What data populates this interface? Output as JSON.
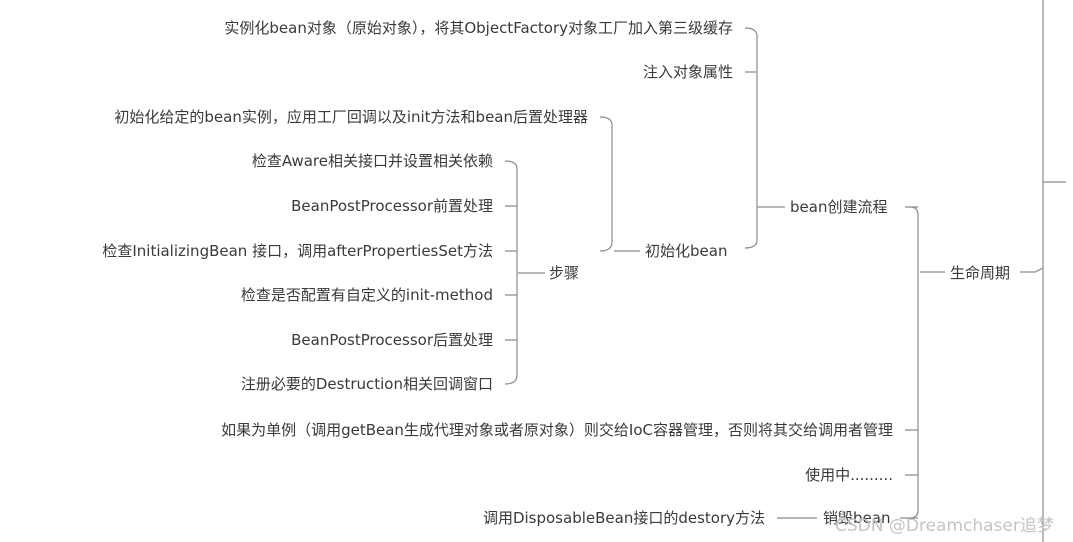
{
  "root": {
    "label": "生命周期"
  },
  "creation": {
    "label": "bean创建流程",
    "instantiate": "实例化bean对象（原始对象），将其ObjectFactory对象工厂加入第三级缓存",
    "inject": "注入对象属性",
    "init": {
      "label": "初始化bean",
      "desc": "初始化给定的bean实例，应用工厂回调以及init方法和bean后置处理器",
      "steps": {
        "label": "步骤",
        "items": [
          "检查Aware相关接口并设置相关依赖",
          "BeanPostProcessor前置处理",
          "检查InitializingBean 接口，调用afterPropertiesSet方法",
          "检查是否配置有自定义的init-method",
          "BeanPostProcessor后置处理",
          "注册必要的Destruction相关回调窗口"
        ]
      }
    }
  },
  "singleton": "如果为单例（调用getBean生成代理对象或者原对象）则交给IoC容器管理，否则将其交给调用者管理",
  "in_use": "使用中.........",
  "destroy": {
    "label": "销毁bean",
    "desc": "调用DisposableBean接口的destory方法"
  },
  "watermark": "CSDN @Dreamchaser追梦",
  "colors": {
    "connector": "#8c8c8c",
    "text": "#3a3a3a",
    "watermark": "#c4c4c4"
  }
}
